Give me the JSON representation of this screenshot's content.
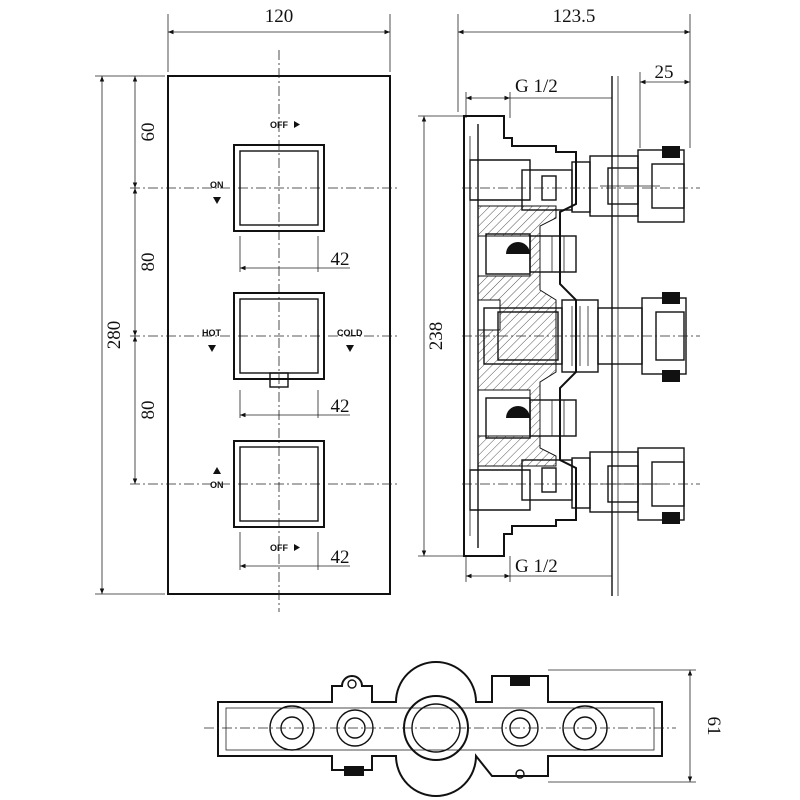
{
  "front_view": {
    "width_label": "120",
    "height_label": "280",
    "top_gap_label": "60",
    "spacing_upper_label": "80",
    "spacing_lower_label": "80",
    "knob_upper_width_label": "42",
    "knob_middle_width_label": "42",
    "knob_lower_width_label": "42",
    "off_top_label": "OFF",
    "on_top_label": "ON",
    "hot_label": "HOT",
    "cold_label": "COLD",
    "on_bottom_label": "ON",
    "off_bottom_label": "OFF"
  },
  "side_view": {
    "depth_label": "123.5",
    "height_label": "238",
    "projection_label": "25",
    "thread_top_label": "G 1/2",
    "thread_bottom_label": "G 1/2"
  },
  "bottom_view": {
    "height_label": "61"
  },
  "colors": {
    "line": "#111111",
    "background": "#ffffff",
    "hatch": "#444444"
  }
}
